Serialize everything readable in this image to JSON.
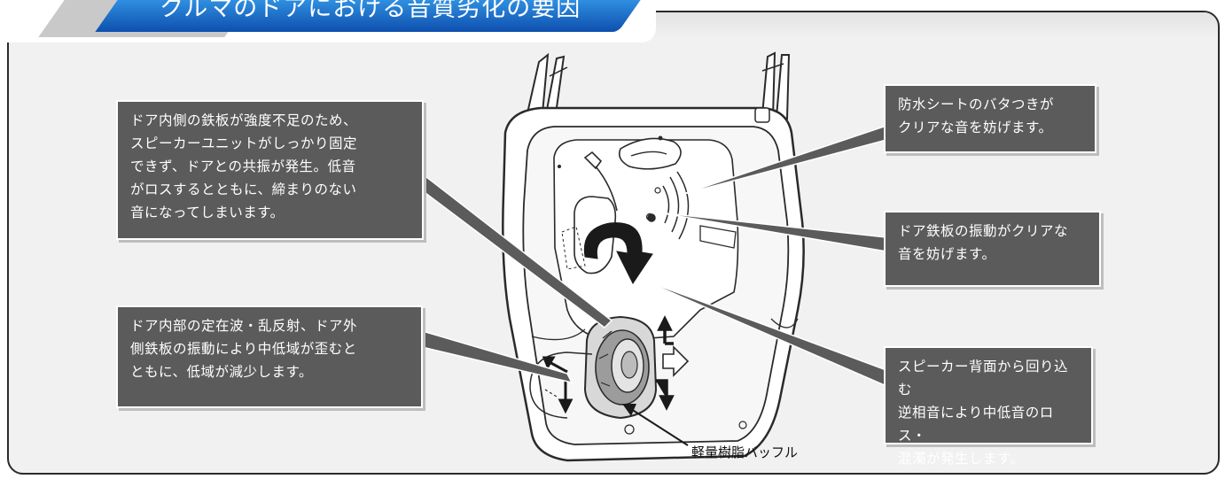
{
  "title": "クルマのドアにおける音質劣化の要因",
  "callouts": {
    "steel_plate": [
      "ドア内側の鉄板が強度不足のため、",
      "スピーカーユニットがしっかり固定",
      "できず、ドアとの共振が発生。低音",
      "がロスするとともに、締まりのない",
      "音になってしまいます。"
    ],
    "standing_wave": [
      "ドア内部の定在波・乱反射、ドア外",
      "側鉄板の振動により中低域が歪むと",
      "ともに、低域が減少します。"
    ],
    "waterproof_sheet": [
      "防水シートのバタつきが",
      "クリアな音を妨げます。"
    ],
    "door_vibration": [
      "ドア鉄板の振動がクリアな",
      "音を妨げます。"
    ],
    "back_wave": [
      "スピーカー背面から回り込む",
      "逆相音により中低音のロス・",
      "混濁が発生します。"
    ]
  },
  "baffle_label": "軽量樹脂バッフル",
  "colors": {
    "title_gradient_top": "#2f8fe0",
    "title_gradient_bottom": "#0e4fae",
    "callout_bg": "#5b5b5b",
    "frame_bg": "#f1f1f1"
  },
  "icons": [
    "door-illustration",
    "speaker-icon",
    "curved-arrow-icon",
    "sound-wave-icon",
    "arrow-up-icon",
    "arrow-right-icon",
    "arrow-down-icon"
  ]
}
